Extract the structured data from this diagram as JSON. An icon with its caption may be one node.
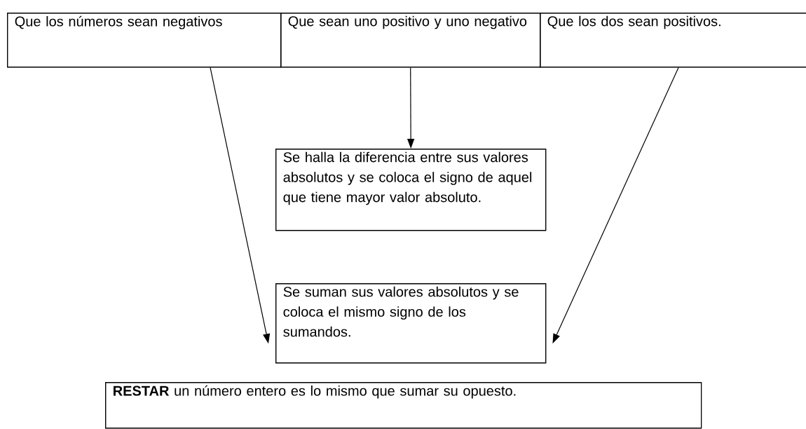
{
  "diagram": {
    "nodes": [
      {
        "text": [
          "Que los números sean negativos"
        ]
      },
      {
        "text": [
          "Que sean uno positivo y uno negativo"
        ]
      },
      {
        "text": [
          "Que los dos sean positivos."
        ]
      },
      {
        "text": [
          "Se halla la diferencia entre sus valores absolutos y se coloca el signo de aquel que tiene mayor valor absoluto."
        ]
      },
      {
        "text": [
          "Se suman sus valores absolutos y se coloca el mismo signo de los sumandos."
        ]
      },
      {
        "text": [
          "**RESTAR** un número entero es lo mismo que sumar su opuesto."
        ]
      }
    ],
    "edges": [
      {
        "from": 0,
        "to": 4,
        "arrow": "to"
      },
      {
        "from": 1,
        "to": 3,
        "arrow": "to"
      },
      {
        "from": 2,
        "to": 4,
        "arrow": "to"
      }
    ]
  }
}
